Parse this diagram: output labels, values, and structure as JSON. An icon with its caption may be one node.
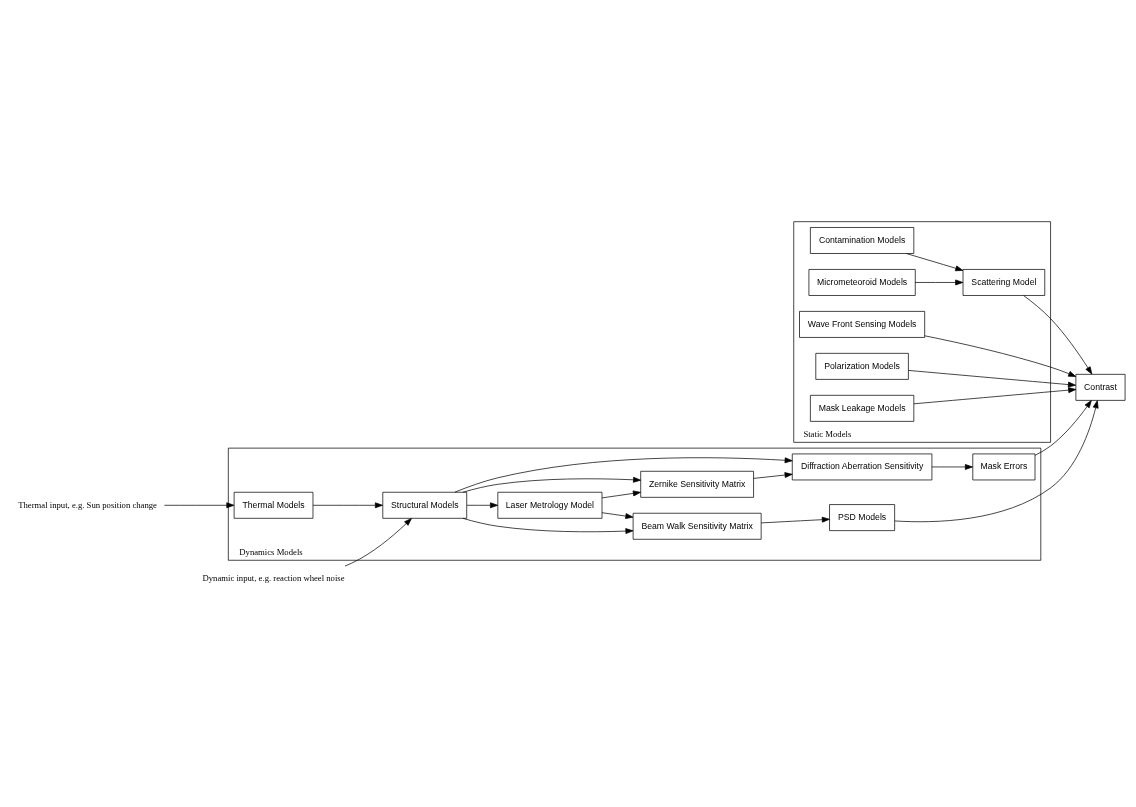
{
  "diagram": {
    "nodes": [
      {
        "text": [
          "Dynamics Models"
        ]
      },
      {
        "text": [
          "Laser Metrology Model"
        ],
        "in": 0
      },
      {
        "text": [
          "Beam Walk Sensitivity Matrix"
        ],
        "in": 0
      },
      {
        "text": [
          "PSD Models"
        ],
        "in": 0
      },
      {
        "text": [
          "Structural Models"
        ],
        "in": 0
      },
      {
        "text": [
          "Zernike Sensitivity Matrix"
        ],
        "in": 0
      },
      {
        "text": [
          "Thermal Models"
        ],
        "in": 0
      },
      {
        "text": [
          "Diffraction Aberration Sensitivity"
        ],
        "in": 0
      },
      {
        "text": [
          "Mask Errors"
        ],
        "in": 0
      },
      {
        "text": [
          "Dynamic input, e.g. reaction wheel noise"
        ]
      },
      {
        "text": [
          "Thermal input, e.g. Sun position change"
        ]
      },
      {
        "text": [
          "Static Models"
        ]
      },
      {
        "text": [
          "Wave Front Sensing Models"
        ],
        "in": 11
      },
      {
        "text": [
          "Polarization Models"
        ],
        "in": 11
      },
      {
        "text": [
          "Mask Leakage Models"
        ],
        "in": 11
      },
      {
        "text": [
          "Contamination Models"
        ],
        "in": 11
      },
      {
        "text": [
          "Micrometeoroid Models"
        ],
        "in": 11
      },
      {
        "text": [
          "Scattering Model"
        ],
        "in": 11
      },
      {
        "text": [
          "Contrast"
        ]
      }
    ],
    "edges": [
      {
        "from": 9,
        "to": 4,
        "arrow": "to"
      },
      {
        "from": 10,
        "to": 6,
        "arrow": "to"
      },
      {
        "from": 6,
        "to": 4,
        "arrow": "to"
      },
      {
        "from": 4,
        "to": 1,
        "arrow": "to"
      },
      {
        "from": 1,
        "to": 2,
        "arrow": "to"
      },
      {
        "from": 1,
        "to": 5,
        "arrow": "to"
      },
      {
        "from": 4,
        "to": 2,
        "arrow": "to"
      },
      {
        "from": 4,
        "to": 5,
        "arrow": "to"
      },
      {
        "from": 4,
        "to": 7,
        "arrow": "to"
      },
      {
        "from": 5,
        "to": 7,
        "arrow": "to"
      },
      {
        "from": 2,
        "to": 3,
        "arrow": "to"
      },
      {
        "from": 7,
        "to": 8,
        "arrow": "to"
      },
      {
        "from": 3,
        "to": 18,
        "arrow": "to"
      },
      {
        "from": 8,
        "to": 18,
        "arrow": "to"
      },
      {
        "from": 12,
        "to": 18,
        "arrow": "to"
      },
      {
        "from": 13,
        "to": 18,
        "arrow": "to"
      },
      {
        "from": 14,
        "to": 18,
        "arrow": "to"
      },
      {
        "from": 15,
        "to": 17,
        "arrow": "to"
      },
      {
        "from": 16,
        "to": 17,
        "arrow": "to"
      },
      {
        "from": 17,
        "to": 18,
        "arrow": "to"
      }
    ]
  }
}
